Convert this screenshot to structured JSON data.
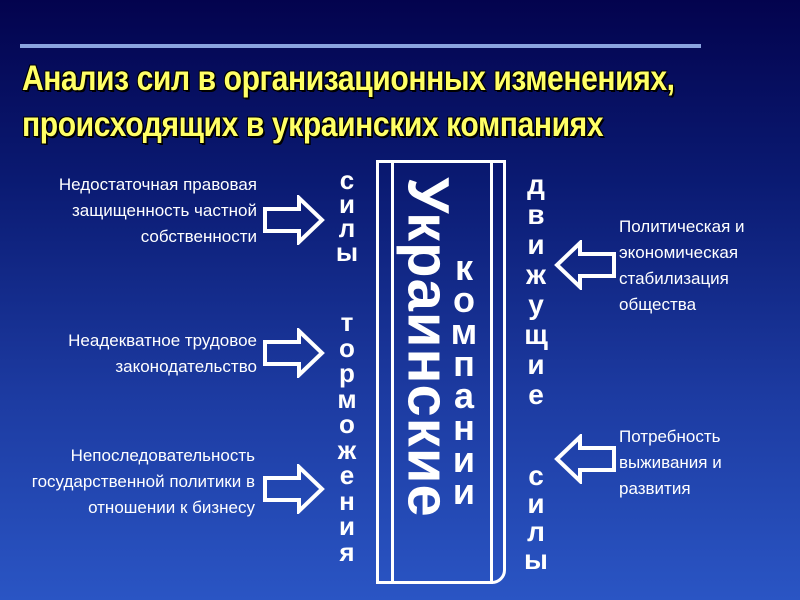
{
  "title": {
    "line1": "Анализ сил в организационных изменениях,",
    "line2": "происходящих в украинских компаниях"
  },
  "left_factors": [
    "Недостаточная правовая защищенность частной собственности",
    "Неадекватное трудовое законодательство",
    "Непоследовательность государственной политики в отношении к бизнесу"
  ],
  "right_factors": [
    "Политическая и экономическая стабилизация общества",
    "Потребность выживания и развития"
  ],
  "restraining_label": {
    "word1": "силы",
    "word2": "торможения"
  },
  "driving_label": {
    "word1": "движущие",
    "word2": "силы"
  },
  "center": {
    "word1": "Украинские",
    "word2": "компании"
  },
  "colors": {
    "title": "#ffff66",
    "text": "#ffffff",
    "background_top": "#03034e",
    "background_bottom": "#2a55c4"
  }
}
